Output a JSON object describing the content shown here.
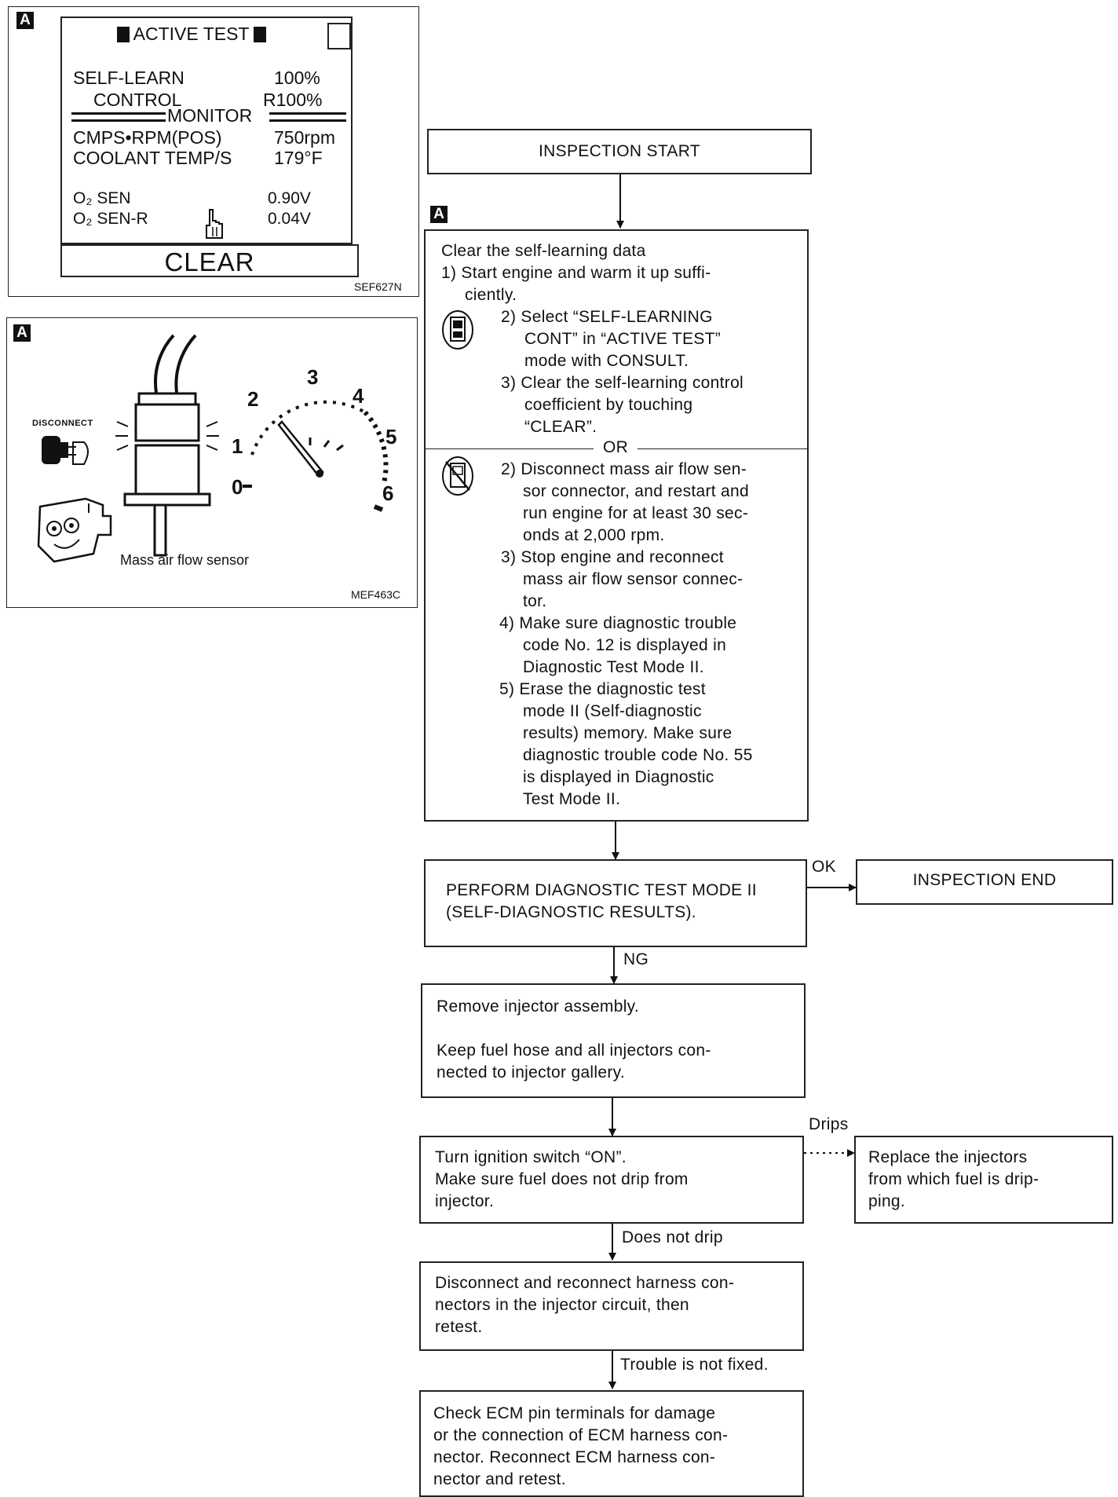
{
  "tag": "A",
  "screen_panel": {
    "title": "ACTIVE TEST",
    "row1_label": "SELF-LEARN",
    "row1_value": "100%",
    "row2_label": "CONTROL",
    "row2_value": "R100%",
    "monitor_label": "MONITOR",
    "row3_label": "CMPS•RPM(POS)",
    "row3_value": "750rpm",
    "row4_label": "COOLANT TEMP/S",
    "row4_value": "179°F",
    "row5_label": "O₂ SEN",
    "row5_value": "0.90V",
    "row6_label": "O₂ SEN-R",
    "row6_value": "0.04V",
    "clear_button": "CLEAR",
    "code": "SEF627N"
  },
  "sensor_panel": {
    "disconnect_label": "DISCONNECT",
    "gauge_ticks": [
      "0",
      "1",
      "2",
      "3",
      "4",
      "5",
      "6"
    ],
    "caption": "Mass air flow sensor",
    "code": "MEF463C"
  },
  "flow": {
    "start": "INSPECTION START",
    "clear_box": {
      "heading": "Clear the self-learning data",
      "step1": "1) Start engine and warm it up suffi-",
      "step1b": "ciently.",
      "c_step2a": "2) Select “SELF-LEARNING",
      "c_step2b": "CONT” in “ACTIVE TEST”",
      "c_step2c": "mode with CONSULT.",
      "c_step3a": "3) Clear the self-learning control",
      "c_step3b": "coefficient by touching",
      "c_step3c": "“CLEAR”.",
      "or": "OR",
      "n_step2a": "2) Disconnect mass air flow sen-",
      "n_step2b": "sor connector, and restart and",
      "n_step2c": "run engine for at least 30 sec-",
      "n_step2d": "onds at 2,000 rpm.",
      "n_step3a": "3) Stop engine and reconnect",
      "n_step3b": "mass air flow sensor connec-",
      "n_step3c": "tor.",
      "n_step4a": "4) Make sure diagnostic trouble",
      "n_step4b": "code No. 12 is displayed in",
      "n_step4c": "Diagnostic Test Mode II.",
      "n_step5a": "5) Erase the diagnostic test",
      "n_step5b": "mode II (Self-diagnostic",
      "n_step5c": "results) memory. Make sure",
      "n_step5d": "diagnostic trouble code No. 55",
      "n_step5e": "is displayed in Diagnostic",
      "n_step5f": "Test Mode II."
    },
    "perform_a": "PERFORM DIAGNOSTIC TEST MODE II",
    "perform_b": "(SELF-DIAGNOSTIC RESULTS).",
    "ok": "OK",
    "end": "INSPECTION END",
    "ng": "NG",
    "remove_a": "Remove injector assembly.",
    "remove_b": "Keep fuel hose and all injectors con-",
    "remove_c": "nected to injector gallery.",
    "turn_a": "Turn ignition switch “ON”.",
    "turn_b": "Make sure fuel does not drip from",
    "turn_c": "injector.",
    "drips": "Drips",
    "replace_a": "Replace the injectors",
    "replace_b": "from which fuel is drip-",
    "replace_c": "ping.",
    "no_drip": "Does not drip",
    "disc_a": "Disconnect and reconnect harness con-",
    "disc_b": "nectors in the injector circuit, then",
    "disc_c": "retest.",
    "not_fixed": "Trouble is not fixed.",
    "ecm_a": "Check ECM pin terminals for damage",
    "ecm_b": "or the connection of ECM harness con-",
    "ecm_c": "nector. Reconnect ECM harness con-",
    "ecm_d": "nector and retest."
  }
}
